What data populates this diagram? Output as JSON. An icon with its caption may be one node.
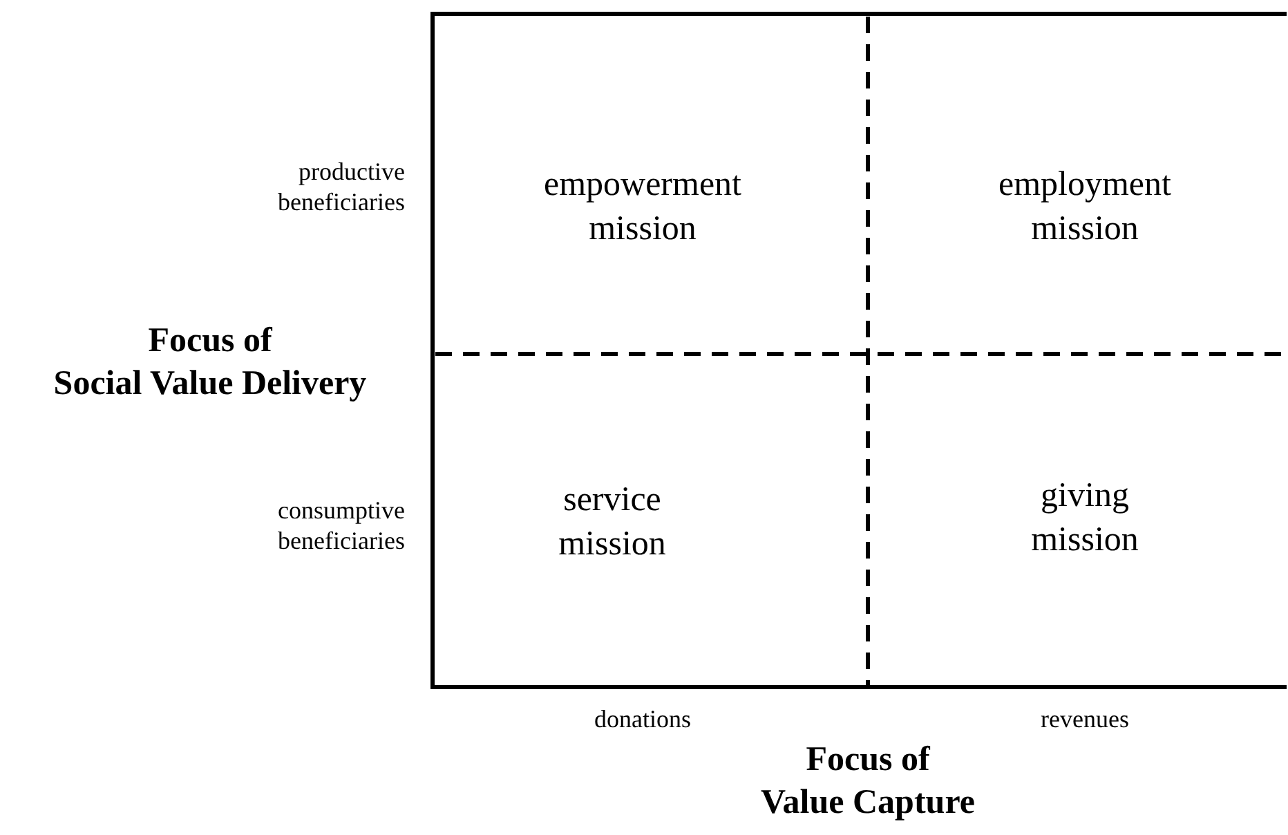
{
  "diagram": {
    "nodes": [
      {
        "text": [
          "empowerment mission"
        ]
      },
      {
        "text": [
          "employment mission"
        ]
      },
      {
        "text": [
          "service mission"
        ]
      },
      {
        "text": [
          "giving mission"
        ]
      }
    ],
    "labels": [
      "productive beneficiaries",
      "Focus of Social Value Delivery",
      "consumptive beneficiaries",
      "donations",
      "revenues",
      "Focus of Value Capture"
    ]
  }
}
